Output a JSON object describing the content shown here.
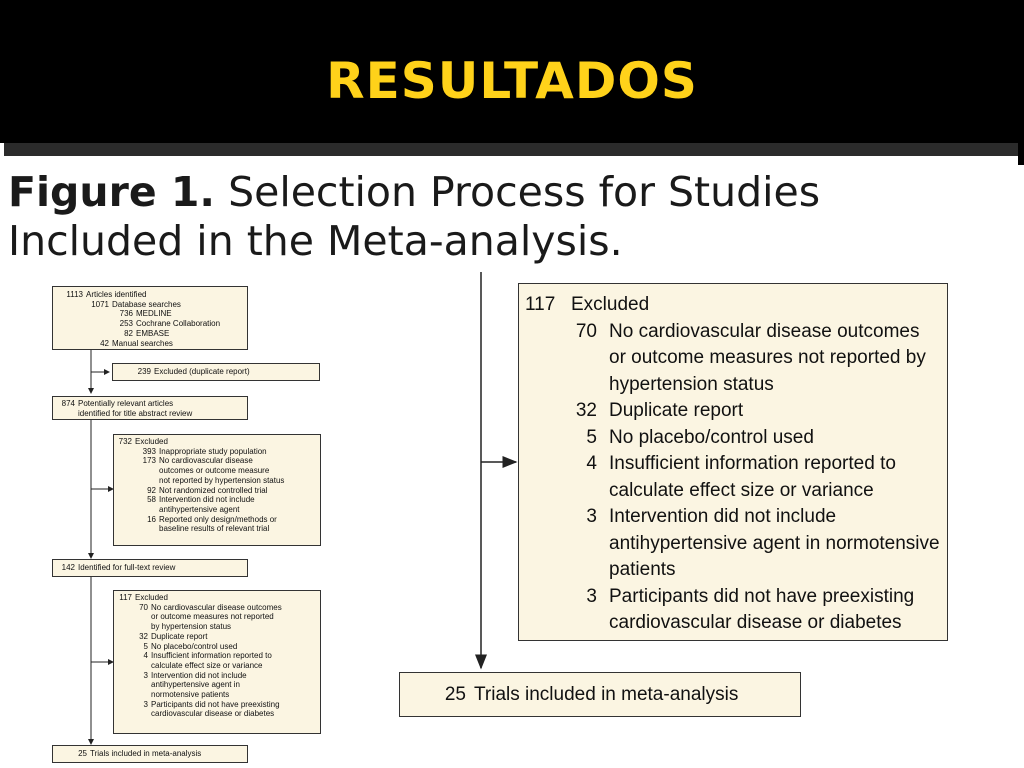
{
  "slide": {
    "title": "RESULTADOS"
  },
  "figure": {
    "label": "Figure 1.",
    "caption": "Selection Process for Studies Included in the Meta-analysis."
  },
  "flowchart": {
    "identified": {
      "rows": [
        {
          "num": "1113",
          "text": "Articles identified"
        },
        {
          "num": "1071",
          "text": "Database searches"
        },
        {
          "num": "736",
          "text": "MEDLINE"
        },
        {
          "num": "253",
          "text": "Cochrane Collaboration"
        },
        {
          "num": "82",
          "text": "EMBASE"
        },
        {
          "num": "42",
          "text": "Manual searches"
        }
      ]
    },
    "excluded_duplicates": {
      "num": "239",
      "text": "Excluded (duplicate report)"
    },
    "potentially_relevant": {
      "num": "874",
      "line1": "Potentially relevant articles",
      "line2": "identified for title abstract review"
    },
    "excluded_732": {
      "rows": [
        {
          "num": "732",
          "text": "Excluded"
        },
        {
          "num": "393",
          "text": "Inappropriate study population"
        },
        {
          "num": "173",
          "text": "No cardiovascular disease"
        },
        {
          "num": "",
          "text": "outcomes or outcome measure"
        },
        {
          "num": "",
          "text": "not reported by hypertension status"
        },
        {
          "num": "92",
          "text": "Not randomized controlled trial"
        },
        {
          "num": "58",
          "text": "Intervention did not include"
        },
        {
          "num": "",
          "text": "antihypertensive agent"
        },
        {
          "num": "16",
          "text": "Reported only design/methods or"
        },
        {
          "num": "",
          "text": "baseline results of relevant trial"
        }
      ]
    },
    "full_text_review": {
      "num": "142",
      "text": "Identified for full-text review"
    },
    "excluded_117_small": {
      "rows": [
        {
          "num": "117",
          "text": "Excluded"
        },
        {
          "num": "70",
          "text": "No cardiovascular disease outcomes"
        },
        {
          "num": "",
          "text": "or outcome measures not reported"
        },
        {
          "num": "",
          "text": "by hypertension status"
        },
        {
          "num": "32",
          "text": "Duplicate report"
        },
        {
          "num": "5",
          "text": "No placebo/control used"
        },
        {
          "num": "4",
          "text": "Insufficient information reported to"
        },
        {
          "num": "",
          "text": "calculate effect size or variance"
        },
        {
          "num": "3",
          "text": "Intervention did not include"
        },
        {
          "num": "",
          "text": "antihypertensive agent in"
        },
        {
          "num": "",
          "text": "normotensive patients"
        },
        {
          "num": "3",
          "text": "Participants did not have preexisting"
        },
        {
          "num": "",
          "text": "cardiovascular disease or diabetes"
        }
      ]
    },
    "included_small": {
      "num": "25",
      "text": "Trials included in meta-analysis"
    }
  },
  "zoom": {
    "excluded_117": {
      "header_num": "117",
      "header_text": "Excluded",
      "rows": [
        {
          "num": "70",
          "text": "No cardiovascular disease outcomes or outcome measures not reported by hypertension status"
        },
        {
          "num": "32",
          "text": "Duplicate report"
        },
        {
          "num": "5",
          "text": "No placebo/control used"
        },
        {
          "num": "4",
          "text": "Insufficient information reported to calculate effect size or variance"
        },
        {
          "num": "3",
          "text": "Intervention did not include antihypertensive agent in normotensive patients"
        },
        {
          "num": "3",
          "text": "Participants did not have preexisting cardiovascular disease or diabetes"
        }
      ]
    },
    "included": {
      "num": "25",
      "text": "Trials included in meta-analysis"
    }
  },
  "colors": {
    "title": "#ffd21a",
    "title_bar": "#000000",
    "box_fill": "#fbf5e2"
  }
}
